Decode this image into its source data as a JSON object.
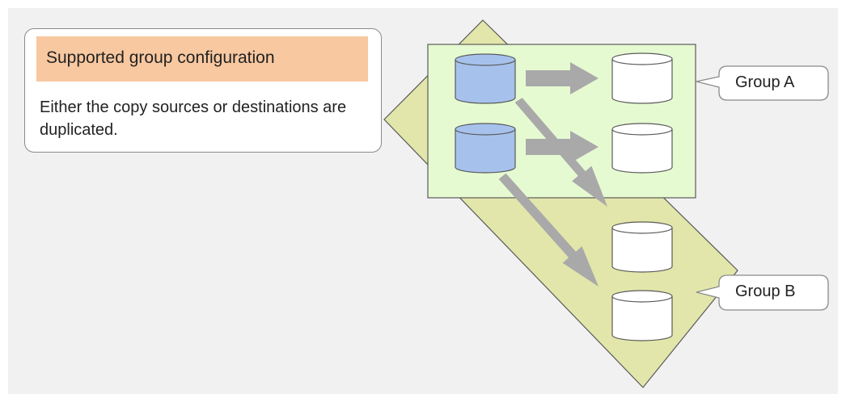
{
  "note": {
    "title": "Supported group configuration",
    "body": "Either the copy sources or destinations are duplicated."
  },
  "groups": {
    "a_label": "Group A",
    "b_label": "Group B"
  },
  "colors": {
    "background": "#f1f1f1",
    "group_a_fill": "#e6fad2",
    "group_b_fill": "#e2e6aa",
    "note_title_fill": "#f8c8a0",
    "source_volume": "#a6c2ec",
    "destination_volume": "#ffffff",
    "arrow": "#a9a9a9"
  }
}
